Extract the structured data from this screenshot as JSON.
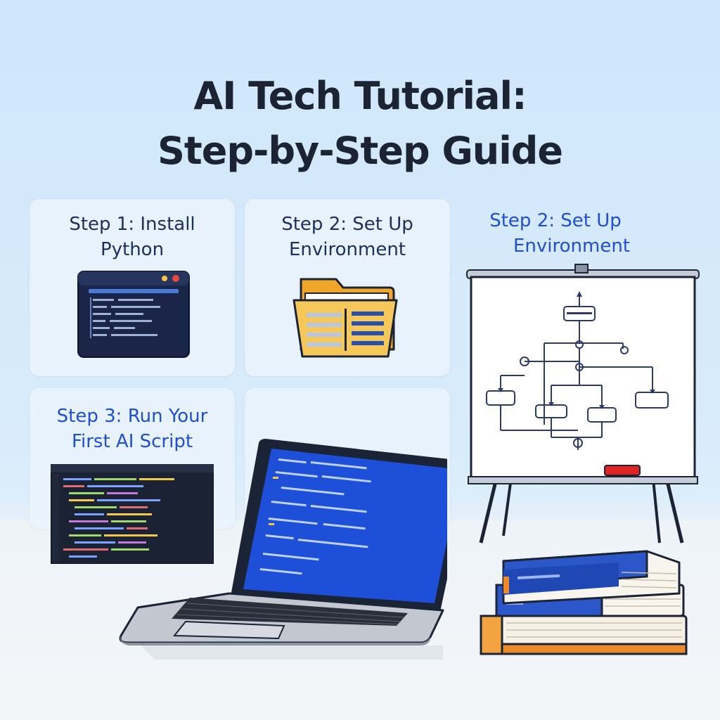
{
  "header": {
    "title_line1": "AI Tech Tutorial:",
    "title_line2": "Step-by-Step Guide"
  },
  "steps": [
    {
      "line1": "Step 1: Install",
      "line2": "Python",
      "icon": "terminal-window-icon"
    },
    {
      "line1": "Step 2: Set Up",
      "line2": "Environment",
      "icon": "folder-icon"
    },
    {
      "line1": "Step 2: Set Up",
      "line2": "Environment",
      "icon": "flowchart-whiteboard-icon"
    },
    {
      "line1": "Step 3: Run Your",
      "line2": "First AI Script",
      "icon": "code-editor-icon"
    }
  ],
  "colors": {
    "title": "#1c2433",
    "step_label_dark": "#1c2f5e",
    "step_label_blue": "#1f4fd6",
    "laptop_screen": "#1e4fd8",
    "folder": "#f3b83c",
    "marker": "#e02424"
  }
}
